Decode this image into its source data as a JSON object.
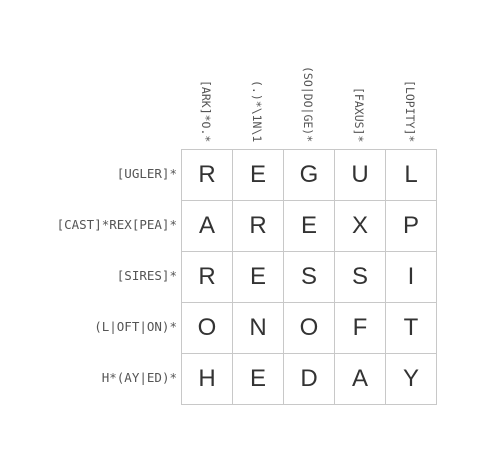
{
  "column_clues": [
    "[ARK]*O.*",
    "(.)*\\1N\\1",
    "(SO|DO|GE)*",
    "[FAXUS]*",
    "[LOPITY]*"
  ],
  "row_clues": [
    "[UGLER]*",
    "[CAST]*REX[PEA]*",
    "[SIRES]*",
    "(L|OFT|ON)*",
    "H*(AY|ED)*"
  ],
  "grid": [
    [
      "R",
      "E",
      "G",
      "U",
      "L"
    ],
    [
      "A",
      "R",
      "E",
      "X",
      "P"
    ],
    [
      "R",
      "E",
      "S",
      "S",
      "I"
    ],
    [
      "O",
      "N",
      "O",
      "F",
      "T"
    ],
    [
      "H",
      "E",
      "D",
      "A",
      "Y"
    ]
  ]
}
